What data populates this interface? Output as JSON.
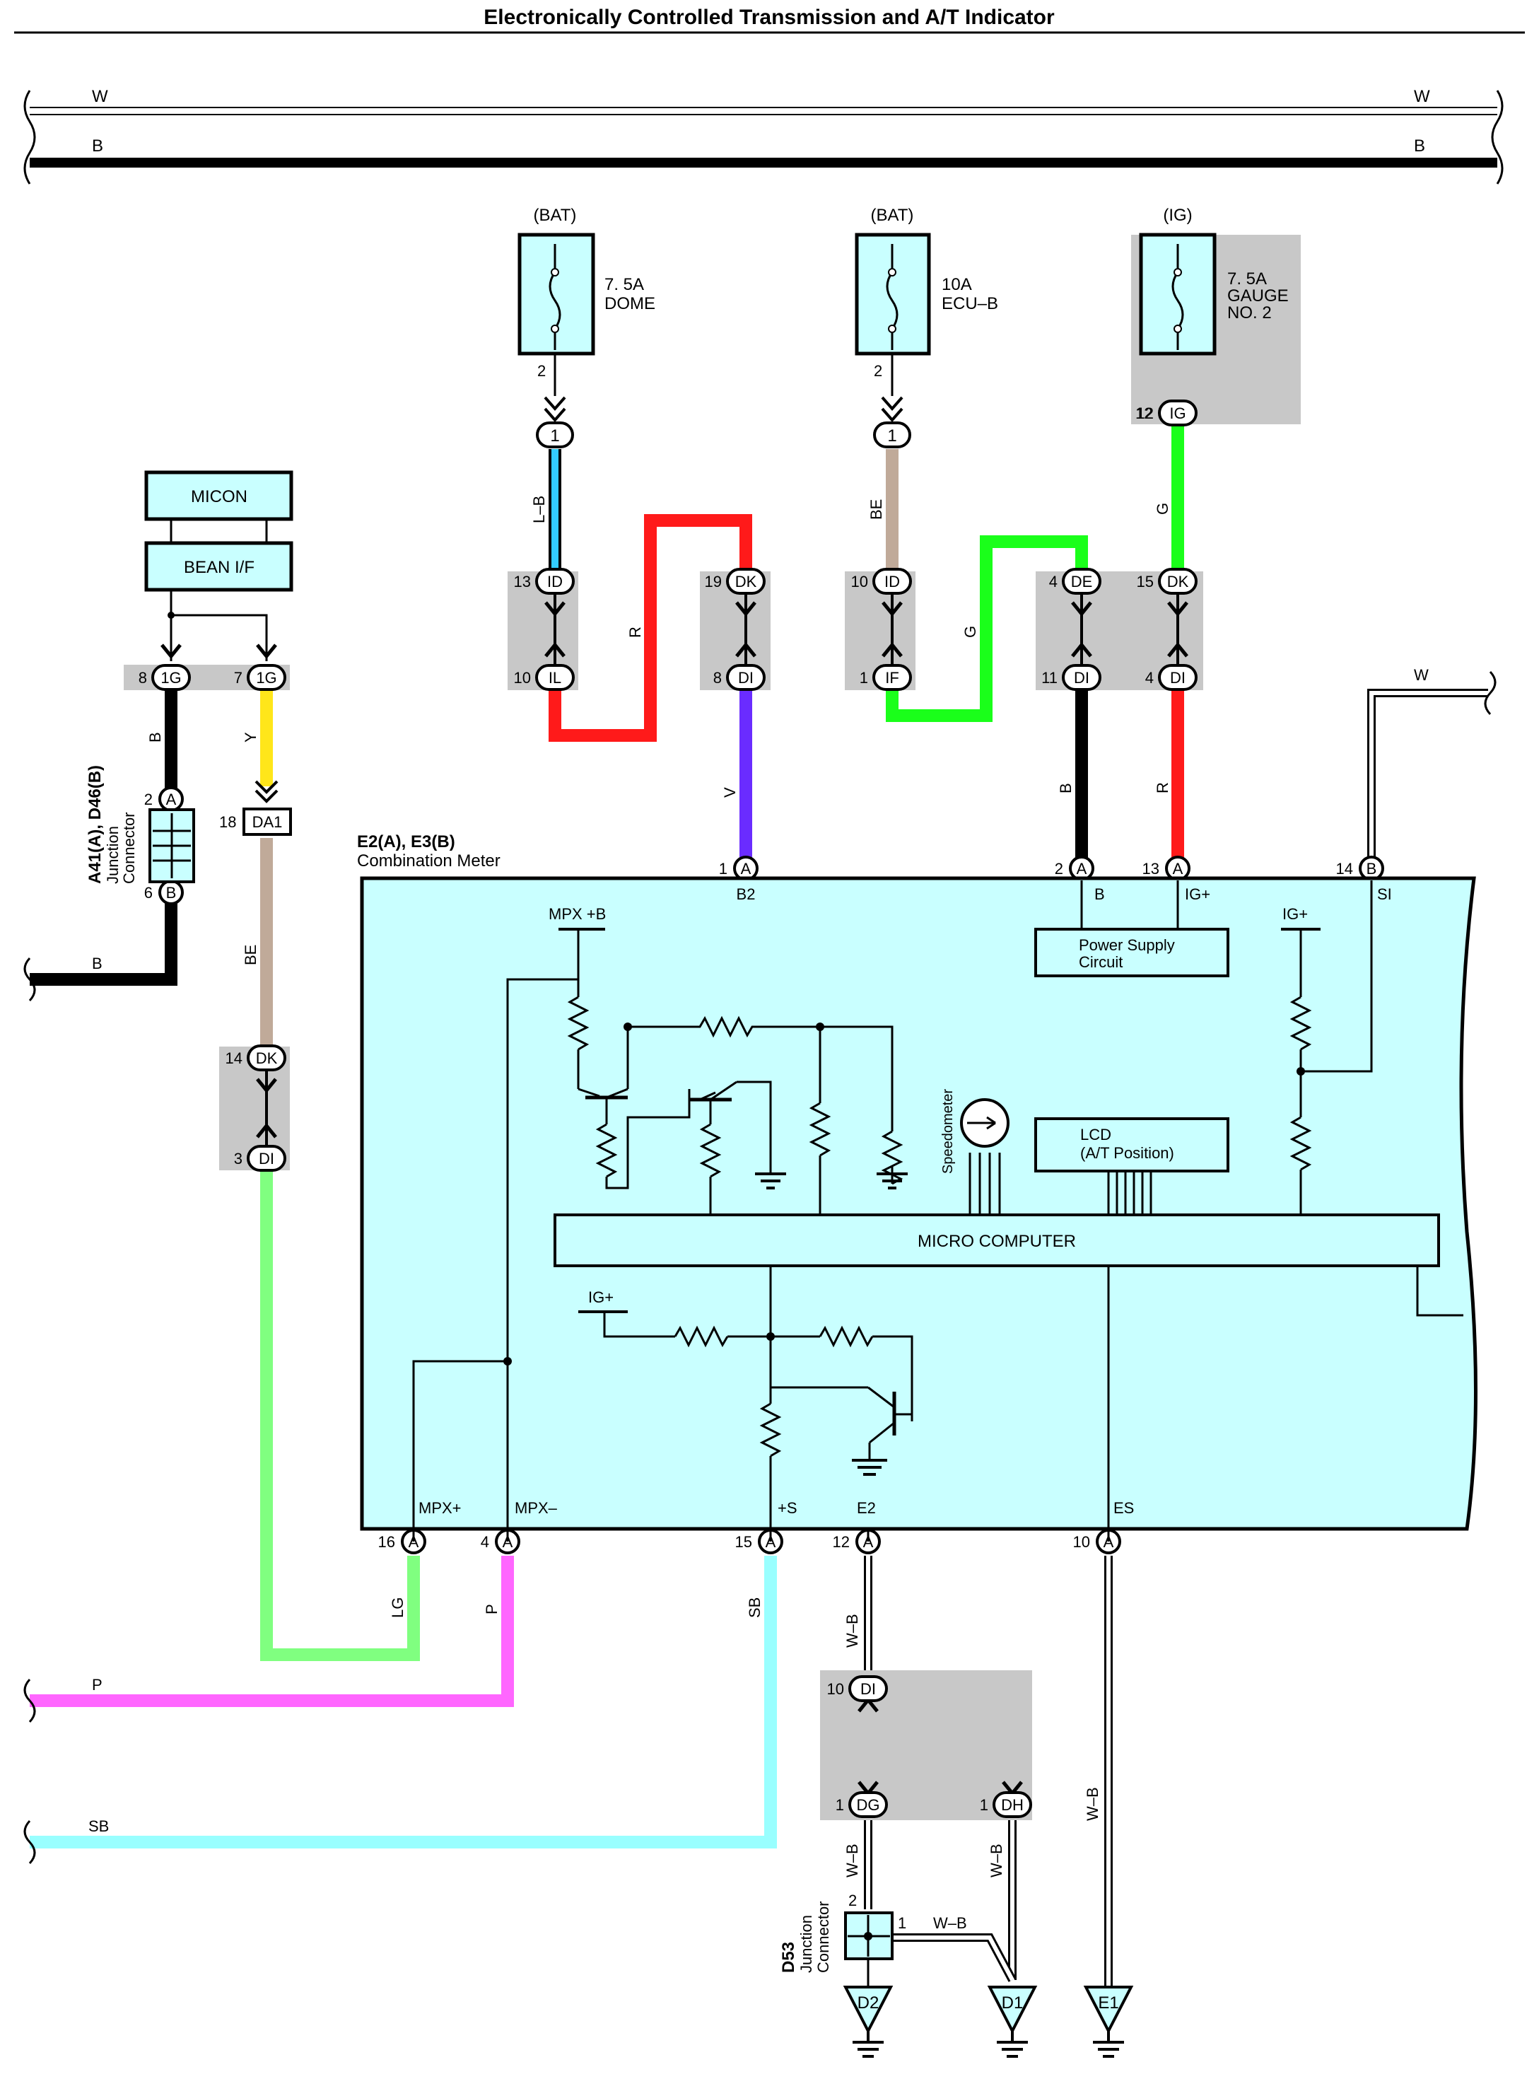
{
  "title": "Electronically Controlled Transmission and A/T Indicator",
  "colors": {
    "block_fill": "#c9ffff",
    "connector_shade": "#c8c8c8",
    "wire_B": "#000000",
    "wire_W": "#ffffff",
    "wire_LB": "#33ccff",
    "wire_R": "#ff1a1a",
    "wire_V": "#6a2cff",
    "wire_BE": "#c0aa99",
    "wire_G": "#1aff1a",
    "wire_Y": "#ffe61a",
    "wire_LG": "#80ff80",
    "wire_P": "#ff66ff",
    "wire_SB": "#99ffff"
  },
  "buses": {
    "w_label": "W",
    "b_label": "B"
  },
  "fuses": [
    {
      "source": "(BAT)",
      "line1": "7. 5A",
      "line2": "DOME",
      "line3": "",
      "pin": "2"
    },
    {
      "source": "(BAT)",
      "line1": "10A",
      "line2": "ECU–B",
      "line3": "",
      "pin": "2"
    },
    {
      "source": "(IG)",
      "line1": "7. 5A",
      "line2": "GAUGE",
      "line3": "NO. 2",
      "pin": "12",
      "conn": "IG"
    }
  ],
  "inline_connectors": [
    {
      "id": "1",
      "pin": ""
    }
  ],
  "wire_labels": {
    "lb": "L–B",
    "r1": "R",
    "v": "V",
    "be1": "BE",
    "g1": "G",
    "g2": "G",
    "b1": "B",
    "r2": "R",
    "w_si": "W",
    "b_left": "B",
    "y": "Y",
    "be2": "BE",
    "b_bus": "B",
    "lg": "LG",
    "p": "P",
    "sb": "SB",
    "wb1": "W–B",
    "wb2": "W–B",
    "wb3": "W–B",
    "wb4": "W–B",
    "wb5": "W–B",
    "p_label": "P",
    "sb_label": "SB"
  },
  "junctions": [
    {
      "pin1": "13",
      "id1": "ID",
      "pin2": "10",
      "id2": "IL"
    },
    {
      "pin1": "19",
      "id1": "DK",
      "pin2": "8",
      "id2": "DI"
    },
    {
      "pin1": "10",
      "id1": "ID",
      "pin2": "1",
      "id2": "IF"
    },
    {
      "pin1": "4",
      "id1": "DE",
      "pin2": "11",
      "id2": "DI"
    },
    {
      "pin1": "15",
      "id1": "DK",
      "pin2": "4",
      "id2": "DI"
    },
    {
      "pin1": "8",
      "id1": "1G",
      "pin2": "7",
      "id2": "1G"
    },
    {
      "pin1": "14",
      "id1": "DK",
      "pin2": "3",
      "id2": "DI"
    },
    {
      "pin1": "10",
      "id1": "DI",
      "pin2": "1",
      "id2": "DG",
      "pin3": "1",
      "id3": "DH"
    }
  ],
  "micon": {
    "label": "MICON",
    "bean": "BEAN I/F"
  },
  "jc_a41": {
    "title": "A41(A), D46(B)",
    "sub1": "Junction",
    "sub2": "Connector",
    "pin_a": "2",
    "conn_a": "A",
    "pin_b": "6",
    "conn_b": "B"
  },
  "da1": {
    "pin": "18",
    "id": "DA1"
  },
  "meter": {
    "title": "E2(A), E3(B)",
    "subtitle": "Combination Meter",
    "top_pins": [
      {
        "pin": "1",
        "conn": "A",
        "name": "B2"
      },
      {
        "pin": "2",
        "conn": "A",
        "name": "B"
      },
      {
        "pin": "13",
        "conn": "A",
        "name": "IG+"
      },
      {
        "pin": "14",
        "conn": "B",
        "name": "SI"
      }
    ],
    "bottom_pins": [
      {
        "pin": "16",
        "conn": "A",
        "name": "MPX+"
      },
      {
        "pin": "4",
        "conn": "A",
        "name": "MPX–"
      },
      {
        "pin": "15",
        "conn": "A",
        "name": "+S"
      },
      {
        "pin": "12",
        "conn": "A",
        "name": "E2"
      },
      {
        "pin": "10",
        "conn": "A",
        "name": "ES"
      }
    ],
    "mpx_b": "MPX +B",
    "ig_plus": "IG+",
    "ig_plus2": "IG+",
    "power_supply_1": "Power Supply",
    "power_supply_2": "Circuit",
    "speedometer": "Speedometer",
    "lcd_1": "LCD",
    "lcd_2": "(A/T Position)",
    "micro": "MICRO COMPUTER"
  },
  "jc_d53": {
    "id": "D53",
    "sub1": "Junction",
    "sub2": "Connector",
    "pin2": "2",
    "pin1": "1"
  },
  "grounds": [
    "D2",
    "D1",
    "E1"
  ]
}
